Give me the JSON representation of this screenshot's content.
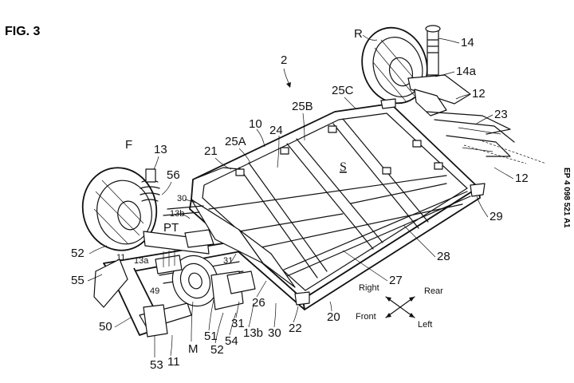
{
  "figure_title": "FIG. 3",
  "publication_number": "EP 4 098 521 A1",
  "region_label": "S",
  "directions": {
    "right": "Right",
    "rear": "Rear",
    "front": "Front",
    "left": "Left"
  },
  "labels": {
    "l2": "2",
    "lR": "R",
    "l14": "14",
    "l14a": "14a",
    "l12_top": "12",
    "l23": "23",
    "l12_right": "12",
    "l29": "29",
    "l28": "28",
    "l27": "27",
    "l25C": "25C",
    "l25B": "25B",
    "l25A": "25A",
    "l10": "10",
    "l24": "24",
    "l21": "21",
    "lF": "F",
    "l13": "13",
    "l56": "56",
    "l30_left": "30",
    "l13b_upper": "13b",
    "lPT": "PT",
    "l52_left": "52",
    "l55": "55",
    "l11_near": "11",
    "l13a": "13a",
    "l31_upper": "31",
    "l49": "49",
    "l50": "50",
    "lM": "M",
    "l51": "51",
    "l52_bottom": "52",
    "l54": "54",
    "l31_lower": "31",
    "l13b_lower": "13b",
    "l30_lower": "30",
    "l22": "22",
    "l26": "26",
    "l20": "20",
    "l53": "53",
    "l11_bottom": "11"
  }
}
